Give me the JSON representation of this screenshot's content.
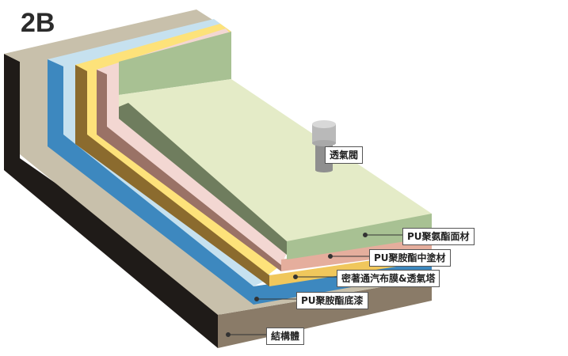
{
  "title": "2B",
  "labels": {
    "vent_valve": "透氣閥",
    "top_coat": "PU聚氨酯面材",
    "mid_coat": "PU聚胺酯中塗材",
    "membrane": "密著通汽布膜&透氣塔",
    "primer": "PU聚胺酯底漆",
    "structure": "結構體"
  },
  "colors": {
    "concrete_top": "#c8c0ab",
    "concrete_front": "#8a7b68",
    "concrete_side": "#1f1b18",
    "primer": "#3d88bf",
    "primer_top": "#c6e1ef",
    "membrane": "#f0c75c",
    "membrane_top": "#fde27a",
    "mid": "#e5ae9d",
    "mid_top": "#f3d7d2",
    "top": "#a8c193",
    "top_surface": "#e4ebc7"
  }
}
